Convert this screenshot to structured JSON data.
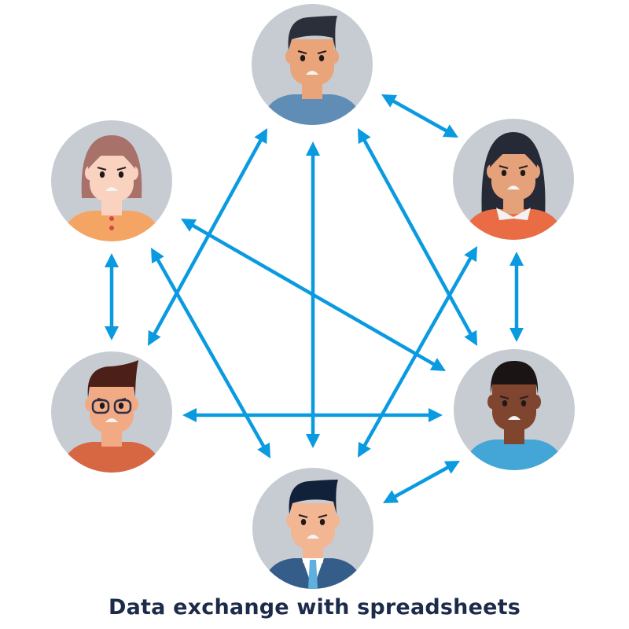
{
  "caption": "Data exchange with spreadsheets",
  "colors": {
    "arrow": "#0a9ae0",
    "circle_bg": "#c7ccd2",
    "caption": "#1c2b4a"
  },
  "people": [
    {
      "id": "top",
      "label": "man-blue-shirt",
      "hair": "#2a2f3a",
      "skin": "#e9a47a",
      "shirt": "#5f8db5"
    },
    {
      "id": "upper-left",
      "label": "woman-brown-hair",
      "hair": "#a8716a",
      "skin": "#f9d3c0",
      "shirt": "#f5a563"
    },
    {
      "id": "upper-right",
      "label": "woman-black-hair",
      "hair": "#262a36",
      "skin": "#e4a17a",
      "shirt": "#e96c45"
    },
    {
      "id": "lower-left",
      "label": "man-glasses",
      "hair": "#4c1f19",
      "skin": "#f2aa84",
      "shirt": "#d76643"
    },
    {
      "id": "lower-right",
      "label": "man-dark-skin",
      "hair": "#1a1414",
      "skin": "#80452e",
      "shirt": "#44a6d7"
    },
    {
      "id": "bottom",
      "label": "man-suit",
      "hair": "#12213a",
      "skin": "#f2b693",
      "shirt": "#355d89"
    }
  ],
  "connections": [
    [
      "top",
      "upper-right"
    ],
    [
      "top",
      "lower-left"
    ],
    [
      "top",
      "bottom"
    ],
    [
      "top",
      "lower-right"
    ],
    [
      "upper-left",
      "lower-left"
    ],
    [
      "upper-left",
      "bottom"
    ],
    [
      "upper-left",
      "lower-right"
    ],
    [
      "upper-right",
      "lower-right"
    ],
    [
      "upper-right",
      "bottom"
    ],
    [
      "lower-left",
      "lower-right"
    ],
    [
      "lower-right",
      "bottom"
    ]
  ]
}
